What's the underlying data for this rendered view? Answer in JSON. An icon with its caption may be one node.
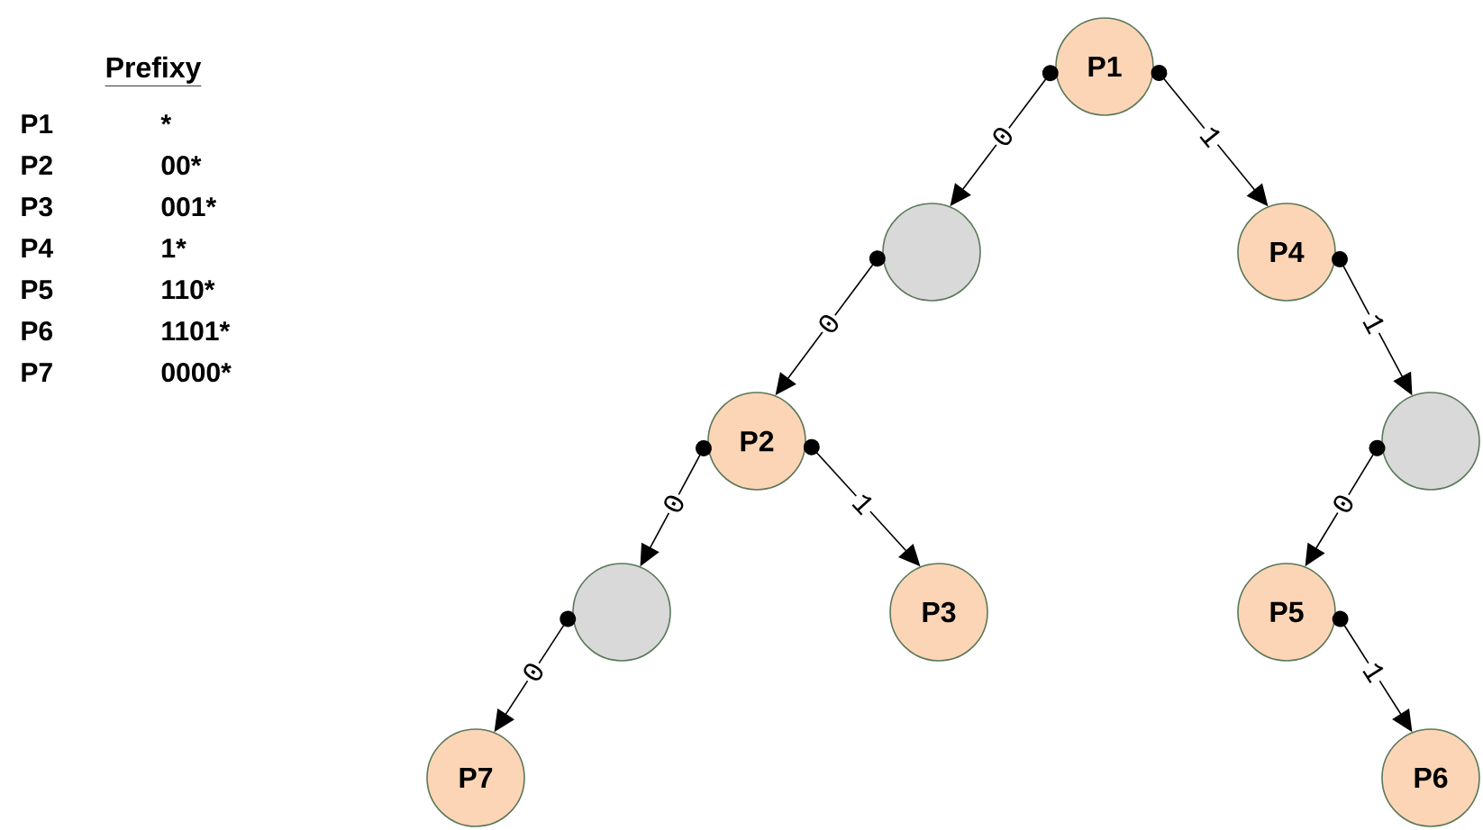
{
  "diagram": {
    "nodes": [
      {
        "text": [
          "P1"
        ]
      },
      {
        "text": [],
        "shape": "circle"
      },
      {
        "text": [
          "P4"
        ]
      },
      {
        "text": [
          "P2"
        ]
      },
      {
        "text": [],
        "shape": "circle"
      },
      {
        "text": [],
        "shape": "circle"
      },
      {
        "text": [
          "P3"
        ]
      },
      {
        "text": [
          "P5"
        ]
      },
      {
        "text": [
          "P7"
        ]
      },
      {
        "text": [
          "P6"
        ]
      }
    ],
    "edges": [
      {
        "from": 0,
        "to": 1,
        "arrow": "to",
        "label": "0"
      },
      {
        "from": 0,
        "to": 2,
        "arrow": "to",
        "label": "1"
      },
      {
        "from": 1,
        "to": 3,
        "arrow": "to",
        "label": "0"
      },
      {
        "from": 2,
        "to": 4,
        "arrow": "to",
        "label": "1"
      },
      {
        "from": 3,
        "to": 5,
        "arrow": "to",
        "label": "0"
      },
      {
        "from": 3,
        "to": 6,
        "arrow": "to",
        "label": "1"
      },
      {
        "from": 4,
        "to": 7,
        "arrow": "to",
        "label": "0"
      },
      {
        "from": 7,
        "to": 9,
        "arrow": "to",
        "label": "1"
      },
      {
        "from": 5,
        "to": 8,
        "arrow": "to",
        "label": "0"
      }
    ],
    "labels": [
      "Prefixy",
      "P1",
      "*",
      "P2",
      "00*",
      "P3",
      "001*",
      "P4",
      "1*",
      "P5",
      "110*",
      "P6",
      "1101*",
      "P7",
      "0000*"
    ]
  }
}
